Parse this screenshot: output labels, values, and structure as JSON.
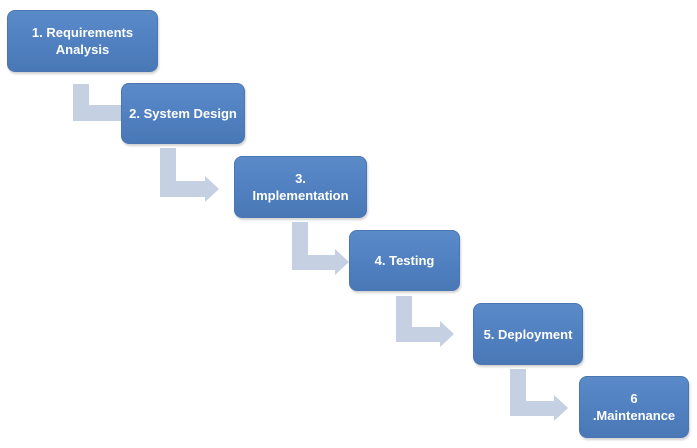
{
  "diagram": {
    "steps": [
      {
        "label": "1. Requirements\nAnalysis"
      },
      {
        "label": "2. System Design"
      },
      {
        "label": "3.\nImplementation"
      },
      {
        "label": "4. Testing"
      },
      {
        "label": "5. Deployment"
      },
      {
        "label": "6\n.Maintenance"
      }
    ]
  },
  "colors": {
    "box_fill": "#4f81bd",
    "box_text": "#ffffff",
    "connector": "#c5d0e3"
  }
}
